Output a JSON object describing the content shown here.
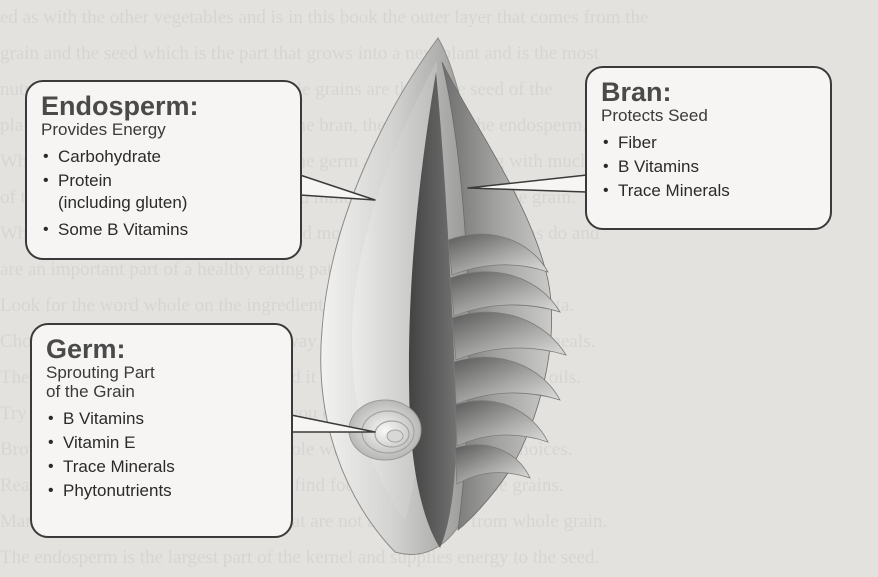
{
  "colors": {
    "background": "#e4e2df",
    "box_fill": "#f6f5f3",
    "box_border": "#3a3a3a",
    "heading": "#4a4a4a"
  },
  "callouts": {
    "endosperm": {
      "title": "Endosperm:",
      "subtitle": "Provides Energy",
      "items": [
        "Carbohydrate",
        "Protein",
        "Some B Vitamins"
      ],
      "item_continuation": "(including gluten)"
    },
    "bran": {
      "title": "Bran:",
      "subtitle": "Protects Seed",
      "items": [
        "Fiber",
        "B Vitamins",
        "Trace Minerals"
      ]
    },
    "germ": {
      "title": "Germ:",
      "subtitle_lines": [
        "Sprouting Part",
        "of the Grain"
      ],
      "items": [
        "B Vitamins",
        "Vitamin E",
        "Trace Minerals",
        "Phytonutrients"
      ]
    }
  }
}
